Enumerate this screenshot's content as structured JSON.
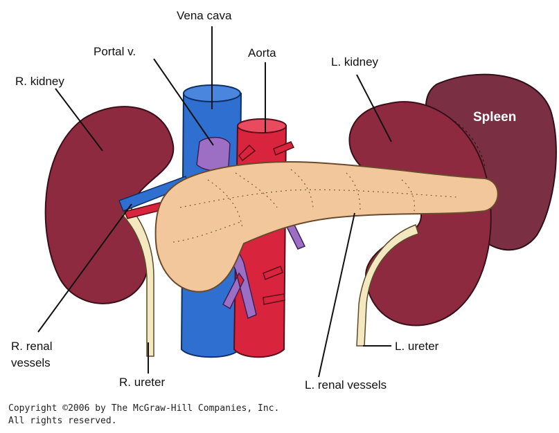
{
  "labels": {
    "vena_cava": "Vena cava",
    "portal_v": "Portal v.",
    "aorta": "Aorta",
    "r_kidney": "R. kidney",
    "l_kidney": "L. kidney",
    "spleen": "Spleen",
    "r_renal_vessels_line1": "R. renal",
    "r_renal_vessels_line2": "vessels",
    "r_ureter": "R. ureter",
    "l_renal_vessels": "L. renal vessels",
    "l_ureter": "L. ureter"
  },
  "copyright": {
    "line1": "Copyright ©2006 by The McGraw-Hill Companies, Inc.",
    "line2": "All rights reserved."
  },
  "colors": {
    "kidney": "#8e2a3f",
    "spleen": "#7a2f42",
    "vena_cava": "#2f6fd0",
    "aorta": "#d8243d",
    "portal_vein": "#9c6fc4",
    "pancreas": "#f2c79b",
    "ureter": "#f3e8bf"
  }
}
